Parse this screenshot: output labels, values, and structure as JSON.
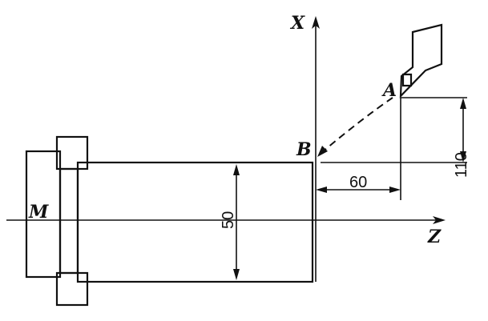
{
  "labels": {
    "x_axis": "X",
    "z_axis": "Z",
    "point_m": "M",
    "point_a": "A",
    "point_b": "B"
  },
  "dimensions": {
    "diameter": "50",
    "dz": "60",
    "dx": "110"
  }
}
